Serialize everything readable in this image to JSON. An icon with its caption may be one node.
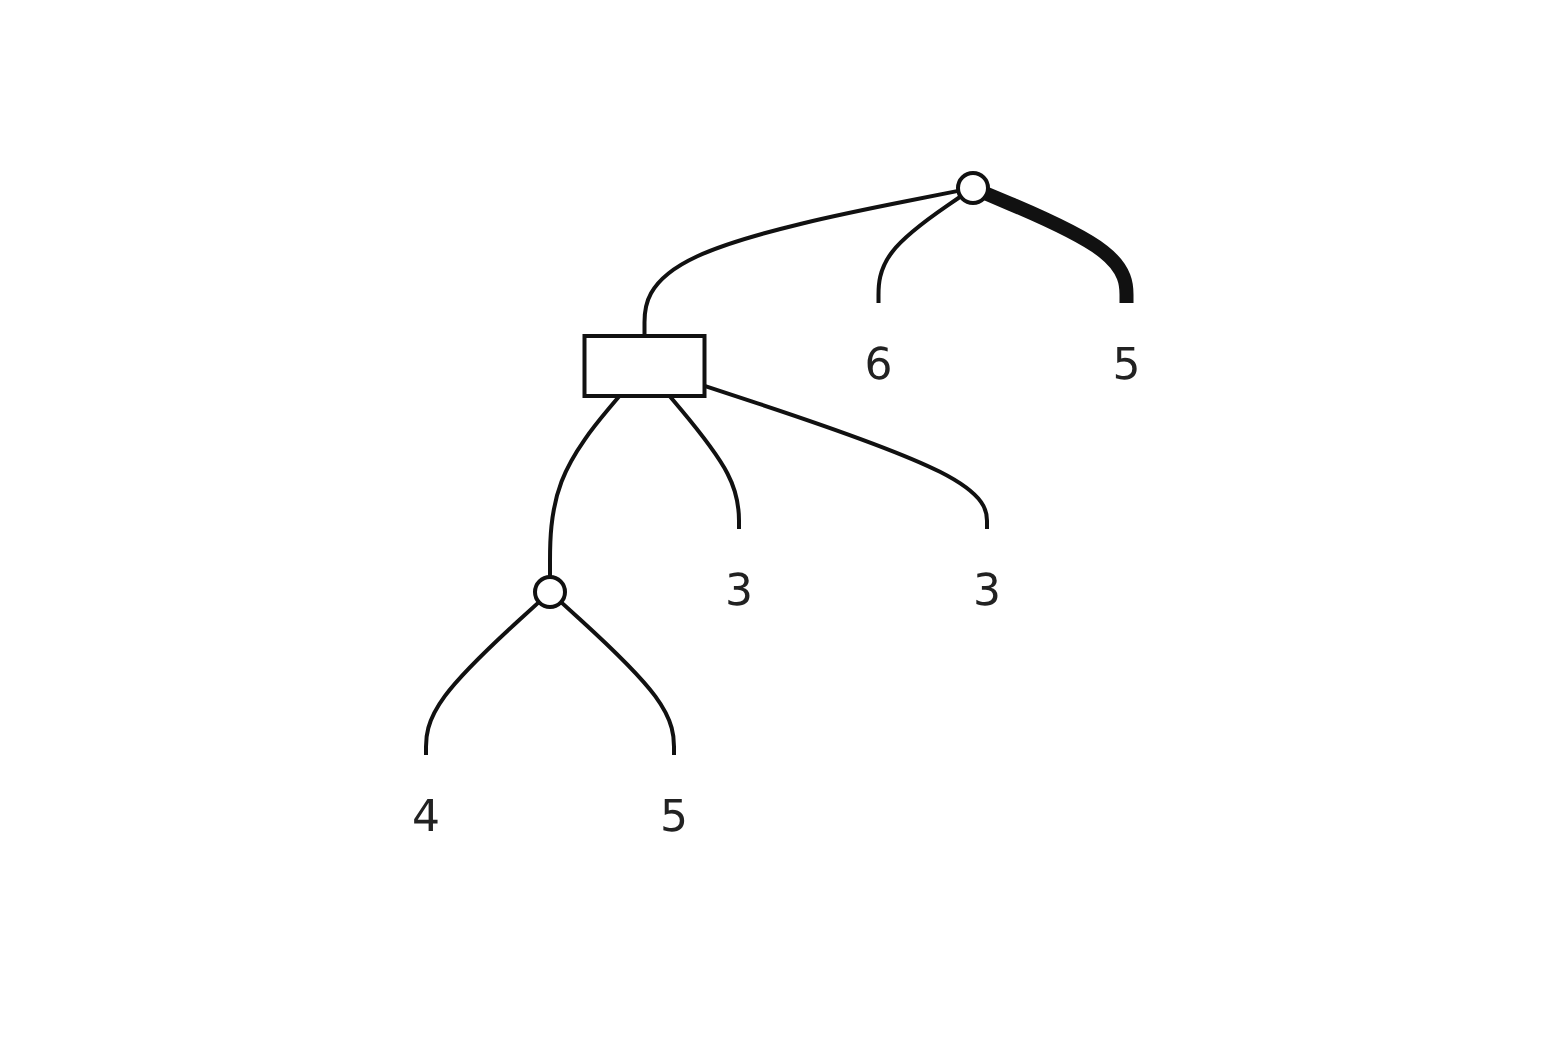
{
  "diagram": {
    "nodes": [
      {
        "text": [],
        "shape": "circle"
      },
      {
        "text": [],
        "shape": "box"
      },
      {
        "text": [],
        "shape": "circle"
      },
      {
        "text": [
          "6"
        ]
      },
      {
        "text": [
          "4"
        ]
      },
      {
        "text": [
          "5"
        ]
      },
      {
        "text": [
          "3"
        ]
      },
      {
        "text": [
          "3"
        ]
      },
      {
        "text": [
          "5"
        ]
      }
    ],
    "edges": [
      {
        "from": 0,
        "to": 3,
        "arrow": "none"
      },
      {
        "from": 0,
        "to": 1,
        "arrow": "none"
      },
      {
        "from": 0,
        "to": 8,
        "arrow": "none",
        "style": "thick"
      },
      {
        "from": 1,
        "to": 2,
        "arrow": "none"
      },
      {
        "from": 1,
        "to": 6,
        "arrow": "none"
      },
      {
        "from": 1,
        "to": 7,
        "arrow": "none"
      },
      {
        "from": 2,
        "to": 4,
        "arrow": "none"
      },
      {
        "from": 2,
        "to": 5,
        "arrow": "none"
      }
    ]
  }
}
